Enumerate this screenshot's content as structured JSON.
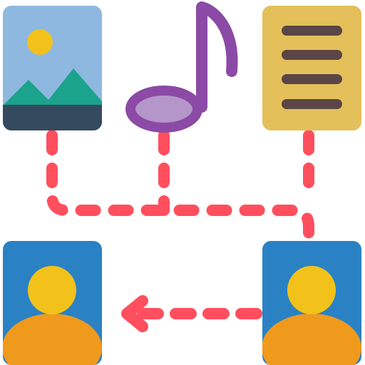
{
  "illustration": {
    "concept": "media-file-sharing-between-users",
    "items": [
      {
        "name": "image-file-icon",
        "kind": "picture"
      },
      {
        "name": "music-note-icon",
        "kind": "audio"
      },
      {
        "name": "document-file-icon",
        "kind": "text-document"
      },
      {
        "name": "user-card-left-icon",
        "kind": "recipient"
      },
      {
        "name": "user-card-right-icon",
        "kind": "sender"
      },
      {
        "name": "share-arrow-icon",
        "kind": "direction-left"
      }
    ],
    "colors": {
      "connector": "#ff4f5e",
      "image_sky": "#8fb8e0",
      "image_sun": "#f2c21b",
      "image_mountain": "#1ba38c",
      "image_ground": "#354a5e",
      "note_stroke": "#8b4aa5",
      "note_fill": "#b596cb",
      "document_bg": "#e4c05a",
      "document_lines": "#5a4646",
      "card_bg": "#2a82c4",
      "avatar_head": "#f2c21b",
      "avatar_body": "#f09a1d"
    }
  }
}
